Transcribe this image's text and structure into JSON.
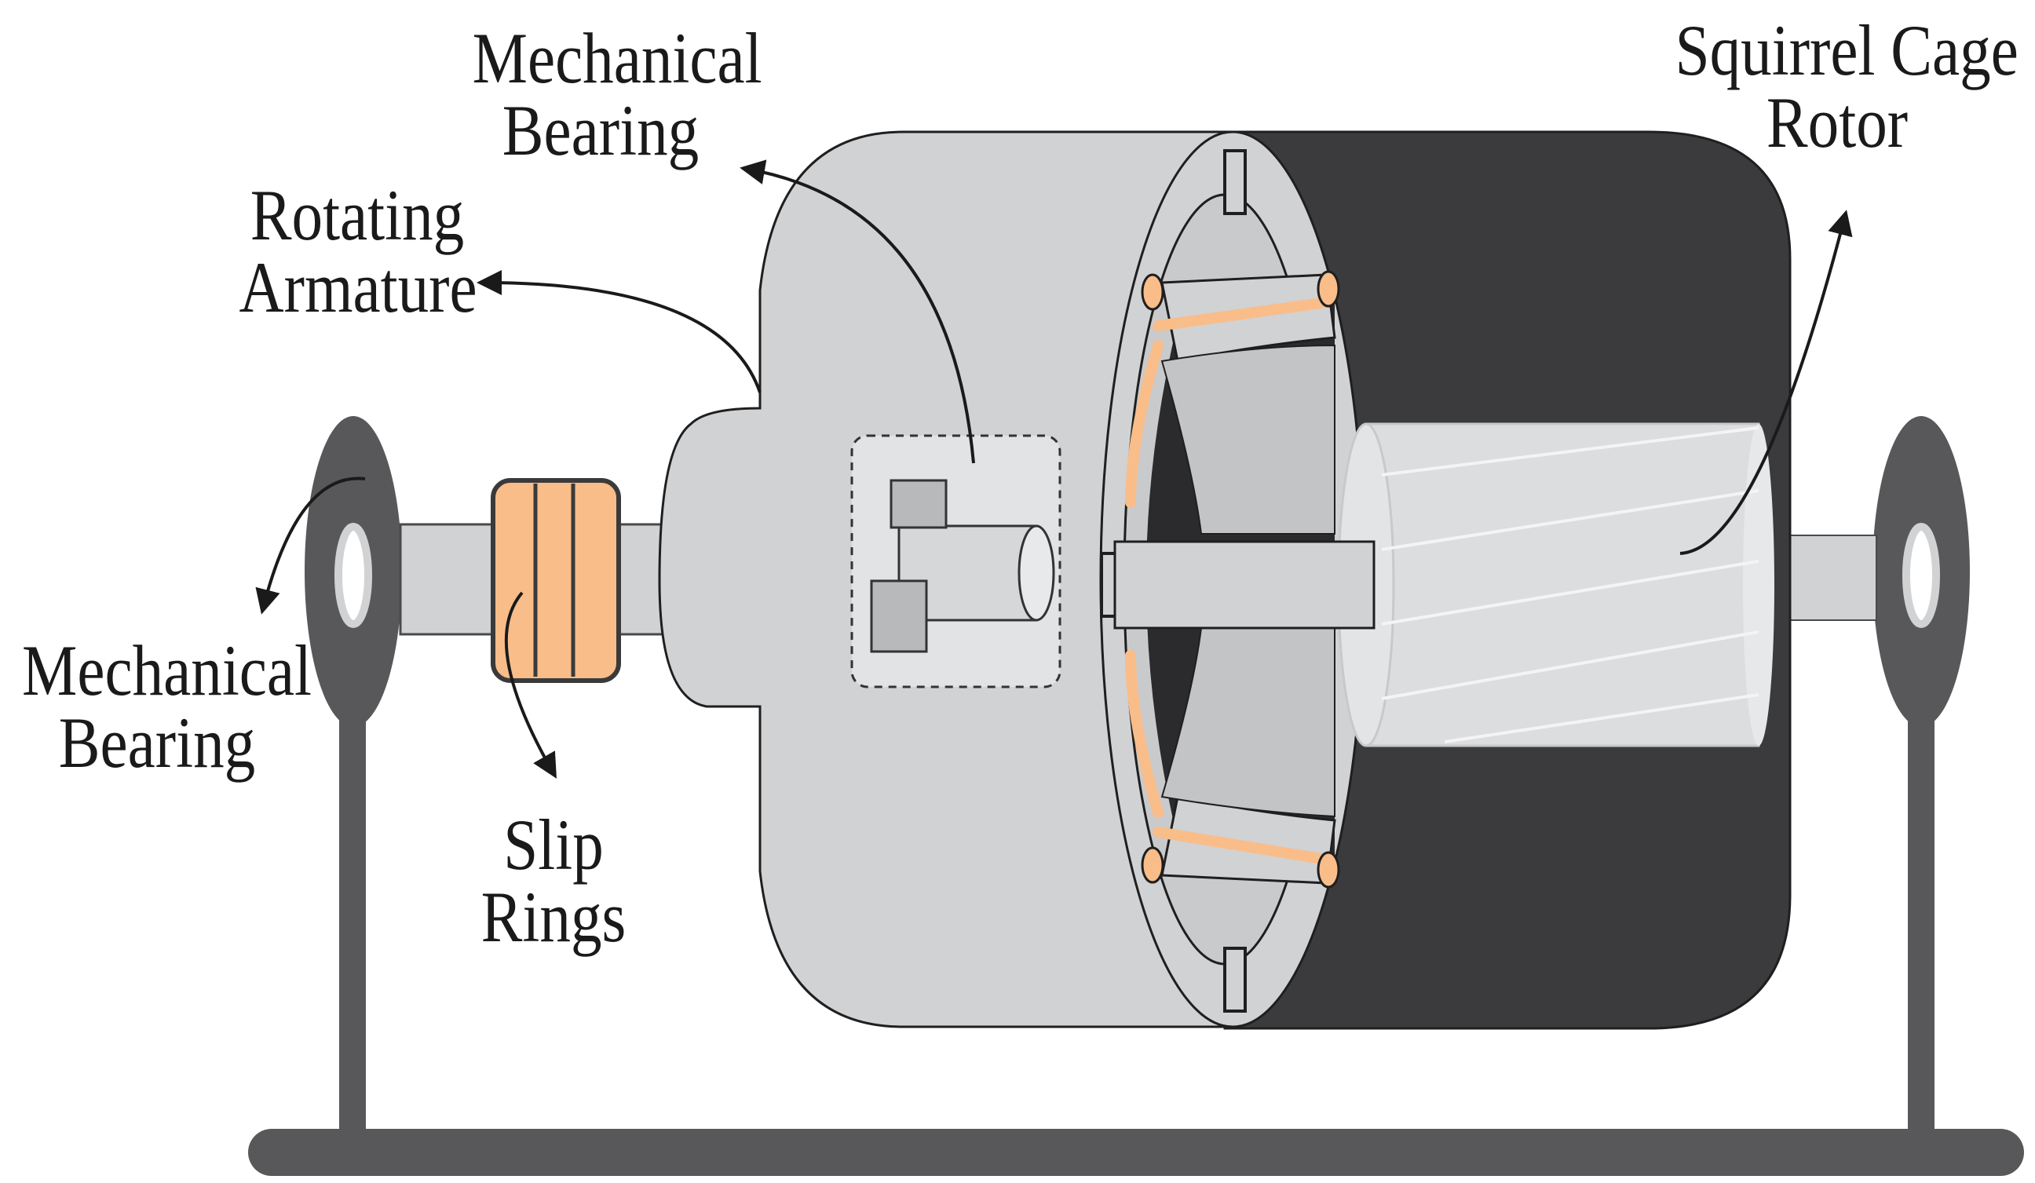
{
  "labels": {
    "mech_bearing_top": [
      "Mechanical",
      "Bearing"
    ],
    "rotating_armature": [
      "Rotating",
      "Armature"
    ],
    "squirrel_cage": [
      "Squirrel Cage",
      "Rotor"
    ],
    "mech_bearing_left": [
      "Mechanical",
      "Bearing"
    ],
    "slip_rings": [
      "Slip",
      "Rings"
    ]
  },
  "colors": {
    "housing": "#d1d2d4",
    "housing_dark": "#3b3b3d",
    "stand": "#58585a",
    "copper": "#f9bd8a",
    "rotor": "#dcdddf",
    "outline": "#1f1f1f"
  }
}
